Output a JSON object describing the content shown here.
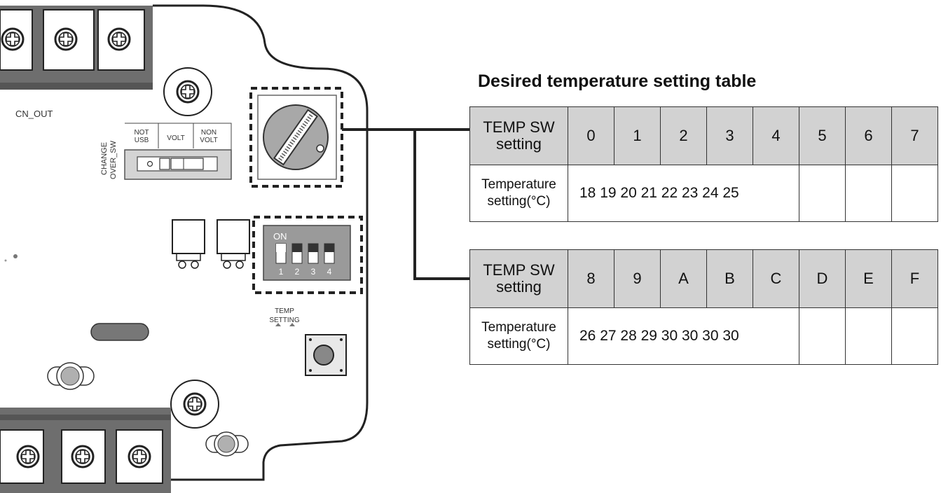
{
  "board": {
    "cn_out": "CN_OUT",
    "changeover_label_1": "CHANGE",
    "changeover_label_2": "OVER_SW",
    "opt_not_usb_1": "NOT",
    "opt_not_usb_2": "USB",
    "opt_volt": "VOLT",
    "opt_non_volt_1": "NON",
    "opt_non_volt_2": "VOLT",
    "dip_on": "ON",
    "dip_nums": [
      "1",
      "2",
      "3",
      "4"
    ],
    "temp_label_1": "TEMP",
    "temp_label_2": "SETTING"
  },
  "table_title": "Desired temperature setting table",
  "tables": [
    {
      "header_label": "TEMP SW setting",
      "header_label_lines": [
        "TEMP SW",
        "setting"
      ],
      "settings": [
        "0",
        "1",
        "2",
        "3",
        "4",
        "5",
        "6",
        "7"
      ],
      "row_label_lines": [
        "Temperature",
        "setting(°C)"
      ],
      "temperatures": "18 19 20 21 22 23 24 25"
    },
    {
      "header_label": "TEMP SW setting",
      "header_label_lines": [
        "TEMP SW",
        "setting"
      ],
      "settings": [
        "8",
        "9",
        "A",
        "B",
        "C",
        "D",
        "E",
        "F"
      ],
      "row_label_lines": [
        "Temperature",
        "setting(°C)"
      ],
      "temperatures": "26 27 28 29 30 30 30 30"
    }
  ]
}
